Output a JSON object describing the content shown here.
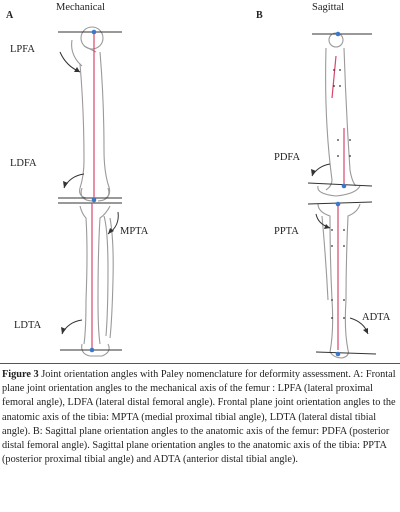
{
  "panel_a": {
    "letter": "A",
    "title": "Mechanical",
    "labels": {
      "lpfa": "LPFA",
      "ldfa": "LDFA",
      "mpta": "MPTA",
      "ldta": "LDTA"
    }
  },
  "panel_b": {
    "letter": "B",
    "title": "Sagittal",
    "labels": {
      "pdfa": "PDFA",
      "ppta": "PPTA",
      "adta": "ADTA"
    }
  },
  "caption": {
    "label": "Figure 3",
    "text": "Joint orientation angles with Paley nomenclature for deformity assessment. A: Frontal plane joint orientation angles to the mechanical axis of the femur : LPFA (lateral proximal femoral angle), LDFA (lateral distal femoral angle). Frontal plane joint orientation angles to the anatomic axis of the tibia: MPTA (medial proximal tibial angle), LDTA (lateral distal tibial angle). B: Sagittal plane orientation angles to the anatomic axis of the femur: PDFA (posterior distal femoral angle). Sagittal plane orientation angles to the anatomic axis of the tibia: PPTA (posterior proximal tibial angle) and ADTA (anterior distal tibial angle)."
  },
  "colors": {
    "axis_line": "#d9456a",
    "reference_line": "#333333",
    "joint_point": "#3a78c9",
    "bone_outline": "#9a9a9a"
  }
}
